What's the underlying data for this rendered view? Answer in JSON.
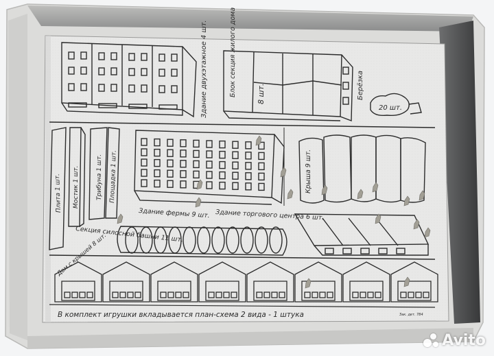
{
  "labels": {
    "building_two_story": "Здание двухэтажное 4 шт.",
    "residential_block": "Блок секция жилого дома",
    "residential_count": "8 шт.",
    "birch": "Берёзка",
    "birch_count": "20 шт.",
    "slab": "Плита 1 шт.",
    "bridge": "Мостик 1 шт.",
    "tribune": "Трибуна 1 шт.",
    "platform": "Площадка 1 шт.",
    "farm_building": "Здание фермы 9 шт.",
    "shopping_center": "Здание торгового центра 6 шт.",
    "roof": "Крыша 9 шт.",
    "silage_tower": "Секция силосной башни 11 шт.",
    "house_with_roof": "Дом с крышей 8 шт.",
    "footer": "В комплект игрушки вкладывается план-схема 2 вида - 1 штука",
    "printer_mark": "Зак. дет. 784"
  },
  "watermark": "Avito",
  "colors": {
    "paper": "#e9e9e9",
    "line": "#2b2b2b",
    "box_edge": "#d8d8d6",
    "box_shadow": "#4a4b4c"
  }
}
